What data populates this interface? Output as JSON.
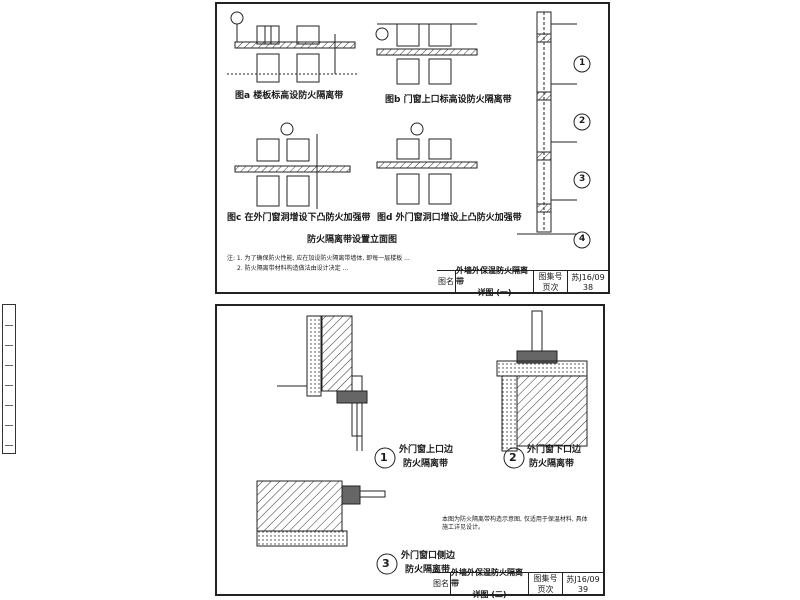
{
  "top_sheet": {
    "fig_a_caption": "图a 楼板标高设防火隔离带",
    "fig_b_caption": "图b 门窗上口标高设防火隔离带",
    "fig_c_caption": "图c 在外门窗洞增设下凸防火加强带",
    "fig_d_caption": "图d 外门窗洞口增设上凸防火加强带",
    "main_caption": "防火隔离带设置立面图",
    "callout_1": "1",
    "callout_2": "2",
    "callout_3": "3",
    "callout_4": "4",
    "notes": [
      "注: 1. 为了确保防火性能, 应在加设防火隔离带墙体, 即每一层楼板 ...",
      "2. 防火隔离带材料构造做法由设计决定 ..."
    ],
    "title_label": "图名",
    "title_text": "外墙外保温防火隔离带",
    "title_sub": "详图 (一)",
    "atlas_label": "图集号",
    "atlas_no": "苏J16/09",
    "page_label": "页次",
    "page_no": "38"
  },
  "bottom_sheet": {
    "detail_1_no": "1",
    "detail_1_title": "外门窗上口边",
    "detail_1_sub": "防火隔离带",
    "detail_2_no": "2",
    "detail_2_title": "外门窗下口边",
    "detail_2_sub": "防火隔离带",
    "detail_3_no": "3",
    "detail_3_title": "外门窗口侧边",
    "detail_3_sub": "防火隔离带",
    "note_right": "本图为防火隔离带构造示意图, 仅适用于保温材料, 具体施工详见设计。",
    "title_label": "图名",
    "title_text": "外墙外保温防火隔离带",
    "title_sub": "详图 (二)",
    "atlas_label": "图集号",
    "atlas_no": "苏J16/09",
    "page_label": "页次",
    "page_no": "39"
  }
}
